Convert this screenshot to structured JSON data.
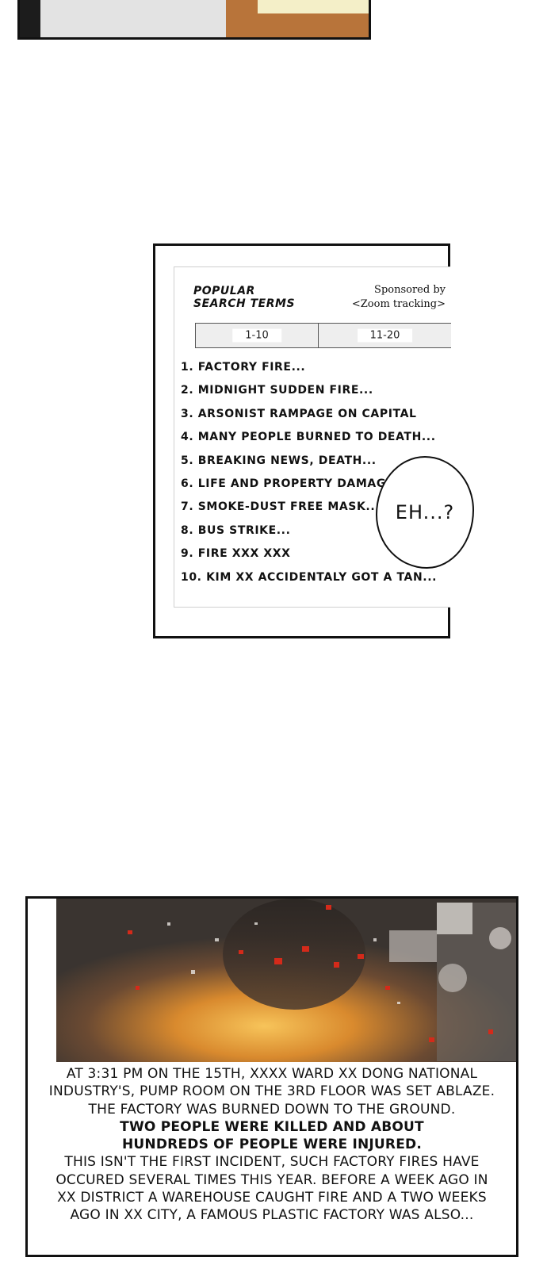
{
  "search_widget": {
    "title_line1": "POPULAR",
    "title_line2": "SEARCH TERMS",
    "sponsor_line1": "Sponsored by",
    "sponsor_line2": "<Zoom tracking>",
    "tabs": [
      "1-10",
      "11-20"
    ],
    "terms": [
      "1. FACTORY FIRE...",
      "2. MIDNIGHT SUDDEN FIRE...",
      "3. ARSONIST RAMPAGE ON CAPITAL",
      "4. MANY PEOPLE BURNED TO DEATH...",
      "5. BREAKING NEWS, DEATH...",
      "6. LIFE AND PROPERTY DAMAGE",
      "7. SMOKE-DUST FREE MASK...",
      "8. BUS STRIKE...",
      "9. FIRE XXX XXX",
      "10. KIM XX ACCIDENTALY GOT A TAN..."
    ]
  },
  "speech_bubble": "EH...?",
  "news_caption": {
    "lines": [
      "AT 3:31 PM ON THE 15TH, XXXX WARD XX DONG NATIONAL",
      "INDUSTRY'S, PUMP ROOM ON THE 3RD FLOOR WAS SET ABLAZE.",
      "THE FACTORY WAS BURNED DOWN TO THE GROUND.",
      "TWO PEOPLE WERE KILLED AND ABOUT",
      "HUNDREDS OF PEOPLE WERE INJURED.",
      "THIS ISN'T THE FIRST INCIDENT, SUCH FACTORY FIRES HAVE",
      "OCCURED SEVERAL TIMES THIS YEAR. BEFORE A WEEK AGO IN",
      "XX DISTRICT A WAREHOUSE CAUGHT FIRE AND A TWO WEEKS",
      "AGO IN XX CITY, A FAMOUS PLASTIC FACTORY WAS ALSO..."
    ]
  }
}
